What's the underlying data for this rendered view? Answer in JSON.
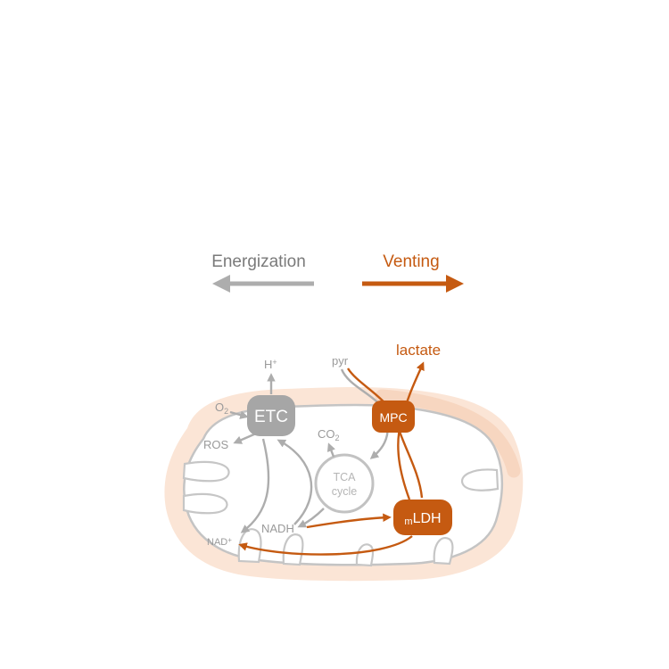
{
  "legend": {
    "energization": "Energization",
    "venting": "Venting"
  },
  "labels": {
    "lactate": "lactate",
    "pyr": "pyr",
    "ros": "ROS",
    "nadh": "NADH",
    "etc": "ETC",
    "mpc": "MPC",
    "tca_line1": "TCA",
    "tca_line2": "cycle",
    "h": {
      "base": "H",
      "sup": "+"
    },
    "o2": {
      "base": "O",
      "sub": "2"
    },
    "co2": {
      "base": "CO",
      "sub": "2"
    },
    "nad": {
      "base": "NAD",
      "sup": "+"
    },
    "ldh": {
      "sub": "m",
      "base": "LDH"
    }
  },
  "colors": {
    "gray_text": "#7a7a7a",
    "gray_arrow": "#adadad",
    "light_gray_line": "#c4c4c4",
    "orange": "#c55a11",
    "peach_membrane": "#fbe5d6",
    "etc_fill": "#a6a6a6",
    "node_text": "#ffffff"
  }
}
